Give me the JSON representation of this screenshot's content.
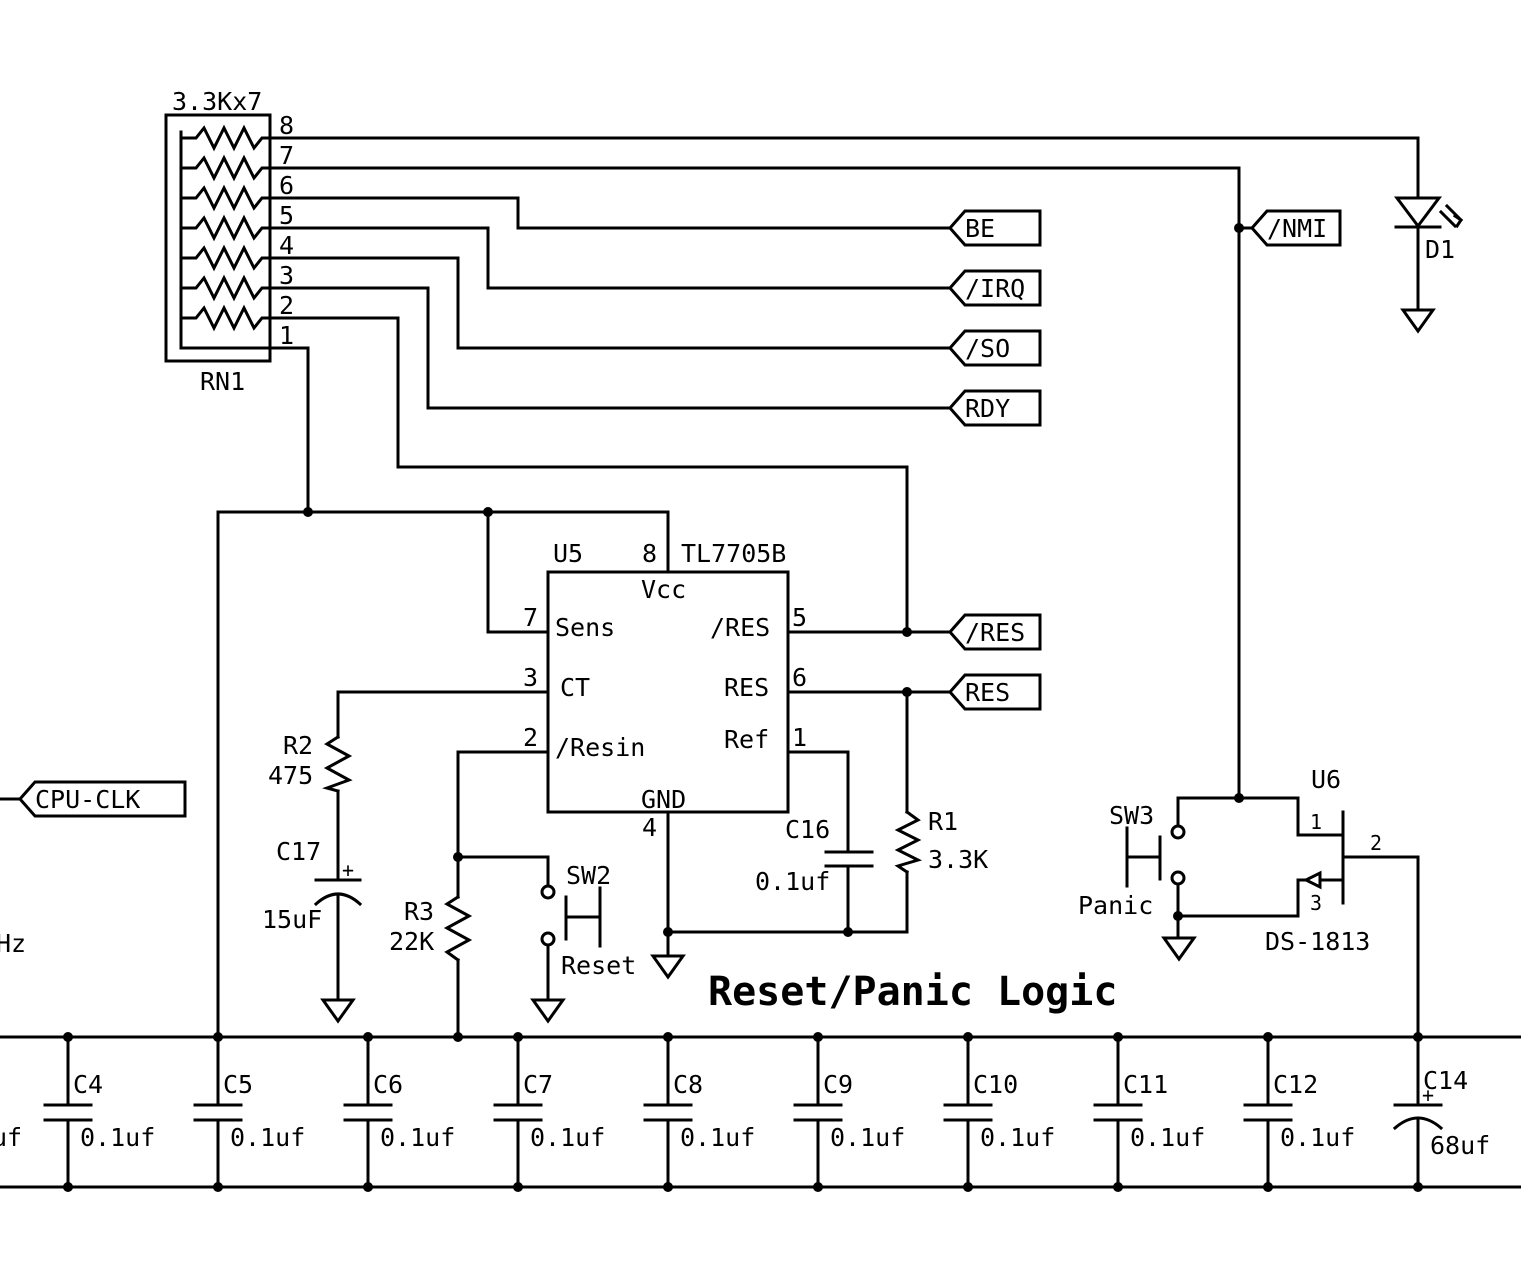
{
  "title": "Reset/Panic Logic",
  "resistor_network": {
    "ref": "RN1",
    "value": "3.3Kx7",
    "pins": [
      "1",
      "2",
      "3",
      "4",
      "5",
      "6",
      "7",
      "8"
    ]
  },
  "u5": {
    "ref": "U5",
    "part": "TL7705B",
    "pins": [
      {
        "num": "8",
        "name": "Vcc"
      },
      {
        "num": "7",
        "name": "Sens"
      },
      {
        "num": "3",
        "name": "CT"
      },
      {
        "num": "2",
        "name": "/Resin"
      },
      {
        "num": "5",
        "name": "/RES"
      },
      {
        "num": "6",
        "name": "RES"
      },
      {
        "num": "1",
        "name": "Ref"
      },
      {
        "num": "4",
        "name": "GND"
      }
    ]
  },
  "u6": {
    "ref": "U6",
    "part": "DS-1813",
    "pins": [
      "1",
      "2",
      "3"
    ]
  },
  "net_labels": [
    "BE",
    "/IRQ",
    "/SO",
    "RDY",
    "/NMI",
    "/RES",
    "RES",
    "CPU-CLK"
  ],
  "partial_text": "Hz",
  "components": {
    "r1": {
      "ref": "R1",
      "value": "3.3K"
    },
    "r2": {
      "ref": "R2",
      "value": "475"
    },
    "r3": {
      "ref": "R3",
      "value": "22K"
    },
    "c16": {
      "ref": "C16",
      "value": "0.1uf"
    },
    "c17": {
      "ref": "C17",
      "value": "15uF"
    },
    "d1": {
      "ref": "D1"
    },
    "sw2": {
      "ref": "SW2",
      "label": "Reset"
    },
    "sw3": {
      "ref": "SW3",
      "label": "Panic"
    }
  },
  "decoupling": [
    {
      "ref": "C4",
      "value": "0.1uf"
    },
    {
      "ref": "C5",
      "value": "0.1uf"
    },
    {
      "ref": "C6",
      "value": "0.1uf"
    },
    {
      "ref": "C7",
      "value": "0.1uf"
    },
    {
      "ref": "C8",
      "value": "0.1uf"
    },
    {
      "ref": "C9",
      "value": "0.1uf"
    },
    {
      "ref": "C10",
      "value": "0.1uf"
    },
    {
      "ref": "C11",
      "value": "0.1uf"
    },
    {
      "ref": "C12",
      "value": "0.1uf"
    },
    {
      "ref": "C14",
      "value": "68uf"
    }
  ],
  "offscreen_left_value": "uf"
}
